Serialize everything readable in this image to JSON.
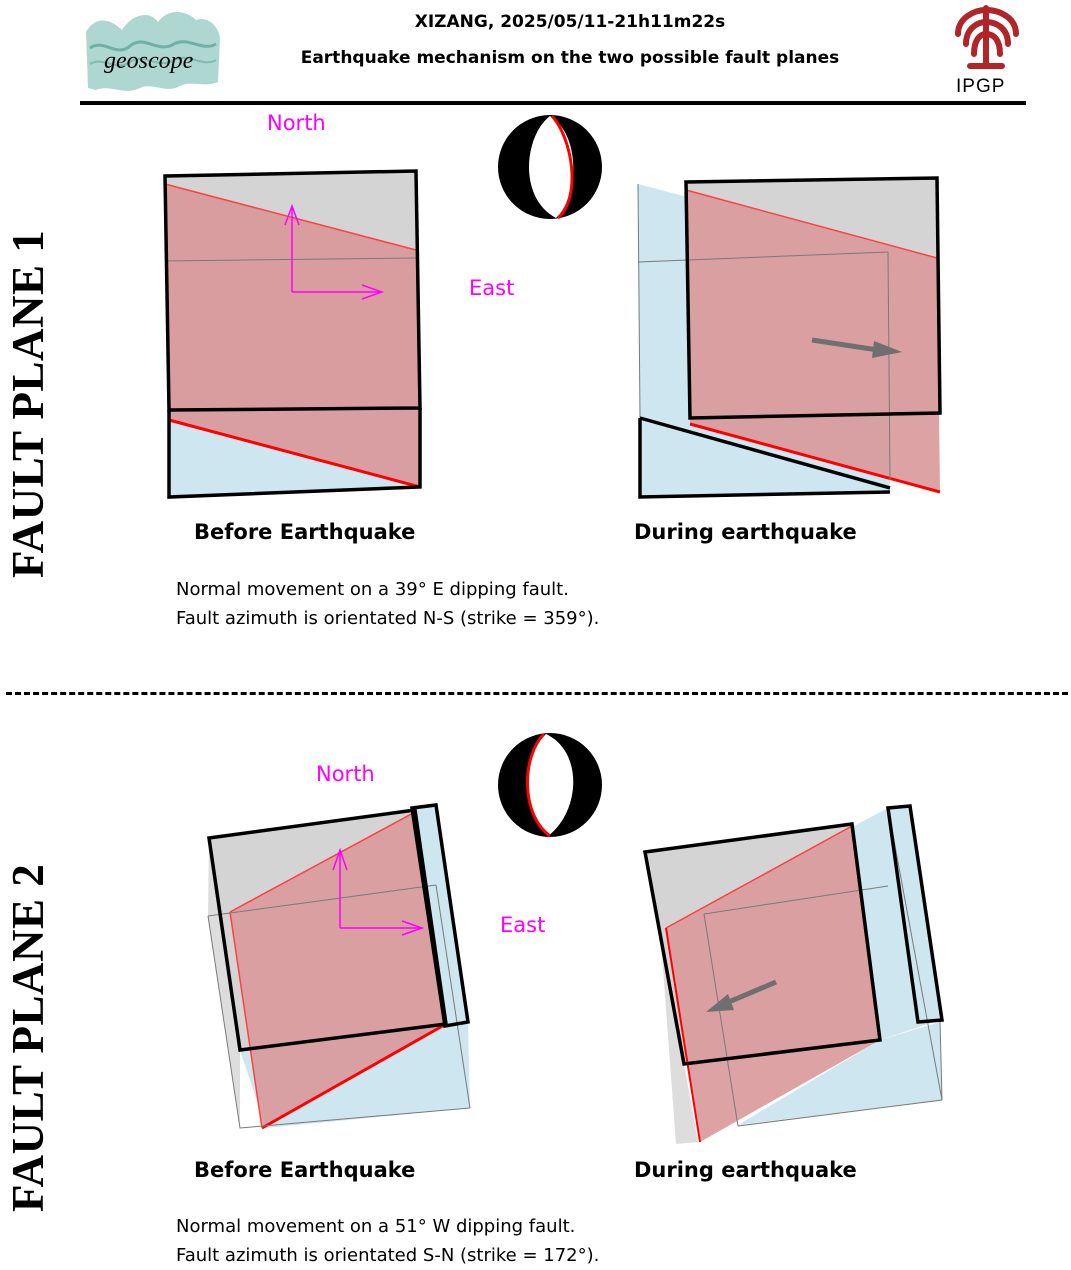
{
  "header": {
    "title": "XIZANG, 2025/05/11-21h11m22s",
    "subtitle": "Earthquake mechanism on the two possible fault planes",
    "left_logo_text": "geoscope",
    "right_logo_text": "IPGP"
  },
  "colors": {
    "fault_plane": "#d99a9c",
    "fault_edge": "#ff0000",
    "top_face": "#d4d4d4",
    "block_side": "#cde6ef",
    "compass": "#ff00ff",
    "slip_arrow": "#6f6f6f"
  },
  "panels": [
    {
      "side_label": "FAULT PLANE 1",
      "compass_north": "North",
      "compass_east": "East",
      "before_caption": "Before Earthquake",
      "during_caption": "During earthquake",
      "description_line1": "Normal movement on a 39° E dipping fault.",
      "description_line2": "Fault azimuth is orientated N-S (strike = 359°)."
    },
    {
      "side_label": "FAULT PLANE 2",
      "compass_north": "North",
      "compass_east": "East",
      "before_caption": "Before Earthquake",
      "during_caption": "During earthquake",
      "description_line1": "Normal movement on a 51° W dipping fault.",
      "description_line2": "Fault azimuth is orientated S-N (strike = 172°)."
    }
  ]
}
